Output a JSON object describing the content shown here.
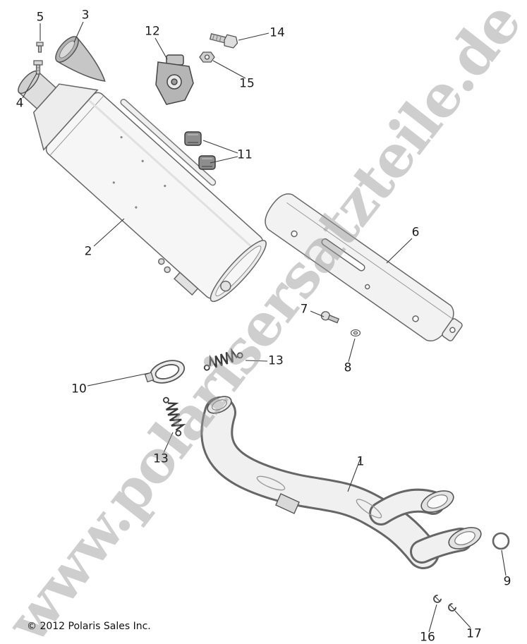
{
  "watermark": {
    "text": "www.polarisersatzteile.de"
  },
  "footer": {
    "copyright": "© 2012 Polaris Sales Inc."
  },
  "callouts": [
    {
      "label": "5"
    },
    {
      "label": "3"
    },
    {
      "label": "12"
    },
    {
      "label": "14"
    },
    {
      "label": "15"
    },
    {
      "label": "4"
    },
    {
      "label": "11"
    },
    {
      "label": "2"
    },
    {
      "label": "6"
    },
    {
      "label": "7"
    },
    {
      "label": "8"
    },
    {
      "label": "13"
    },
    {
      "label": "10"
    },
    {
      "label": "13"
    },
    {
      "label": "1"
    },
    {
      "label": "9"
    },
    {
      "label": "16"
    },
    {
      "label": "17"
    }
  ]
}
